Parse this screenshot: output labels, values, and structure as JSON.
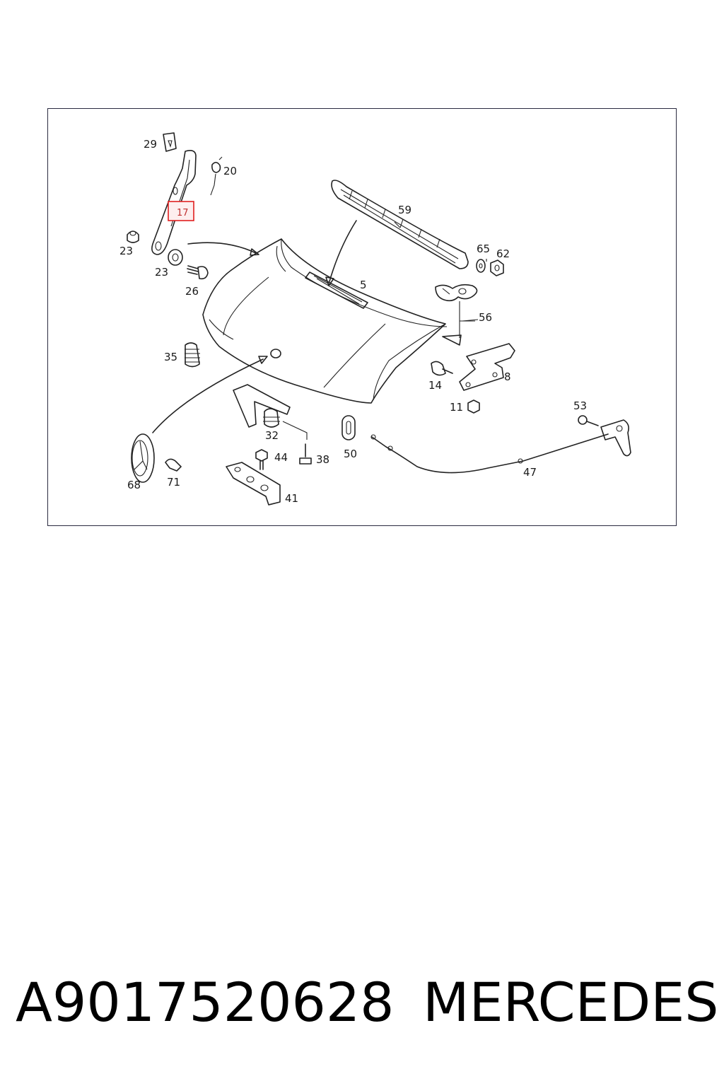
{
  "diagram": {
    "callouts": [
      {
        "id": "29",
        "text": "29"
      },
      {
        "id": "20",
        "text": "20"
      },
      {
        "id": "17",
        "text": "17"
      },
      {
        "id": "23a",
        "text": "23"
      },
      {
        "id": "23b",
        "text": "23"
      },
      {
        "id": "26",
        "text": "26"
      },
      {
        "id": "59",
        "text": "59"
      },
      {
        "id": "5",
        "text": "5"
      },
      {
        "id": "65",
        "text": "65"
      },
      {
        "id": "62",
        "text": "62"
      },
      {
        "id": "56",
        "text": "56"
      },
      {
        "id": "35",
        "text": "35"
      },
      {
        "id": "8",
        "text": "8"
      },
      {
        "id": "14",
        "text": "14"
      },
      {
        "id": "11",
        "text": "11"
      },
      {
        "id": "53",
        "text": "53"
      },
      {
        "id": "32",
        "text": "32"
      },
      {
        "id": "44",
        "text": "44"
      },
      {
        "id": "38",
        "text": "38"
      },
      {
        "id": "50",
        "text": "50"
      },
      {
        "id": "47",
        "text": "47"
      },
      {
        "id": "68",
        "text": "68"
      },
      {
        "id": "71",
        "text": "71"
      },
      {
        "id": "41",
        "text": "41"
      }
    ],
    "highlighted_part": "17",
    "highlight_color": "#e02020"
  },
  "footer": {
    "part_number": "A9017520628",
    "brand": "MERCEDES"
  }
}
